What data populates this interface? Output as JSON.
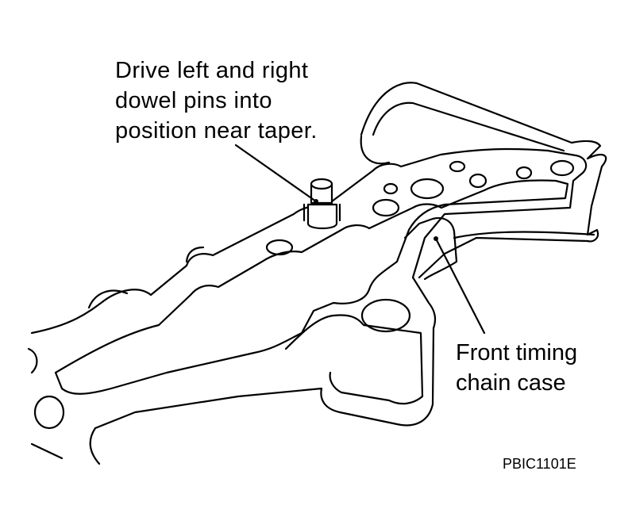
{
  "diagram": {
    "callouts": {
      "dowel_pins": {
        "line1": "Drive left and right",
        "line2": "dowel pins into",
        "line3": "position near taper."
      },
      "timing_chain_case": {
        "line1": "Front timing",
        "line2": "chain case"
      }
    },
    "reference_code": "PBIC1101E",
    "colors": {
      "ink": "#000000",
      "background": "#ffffff"
    }
  }
}
